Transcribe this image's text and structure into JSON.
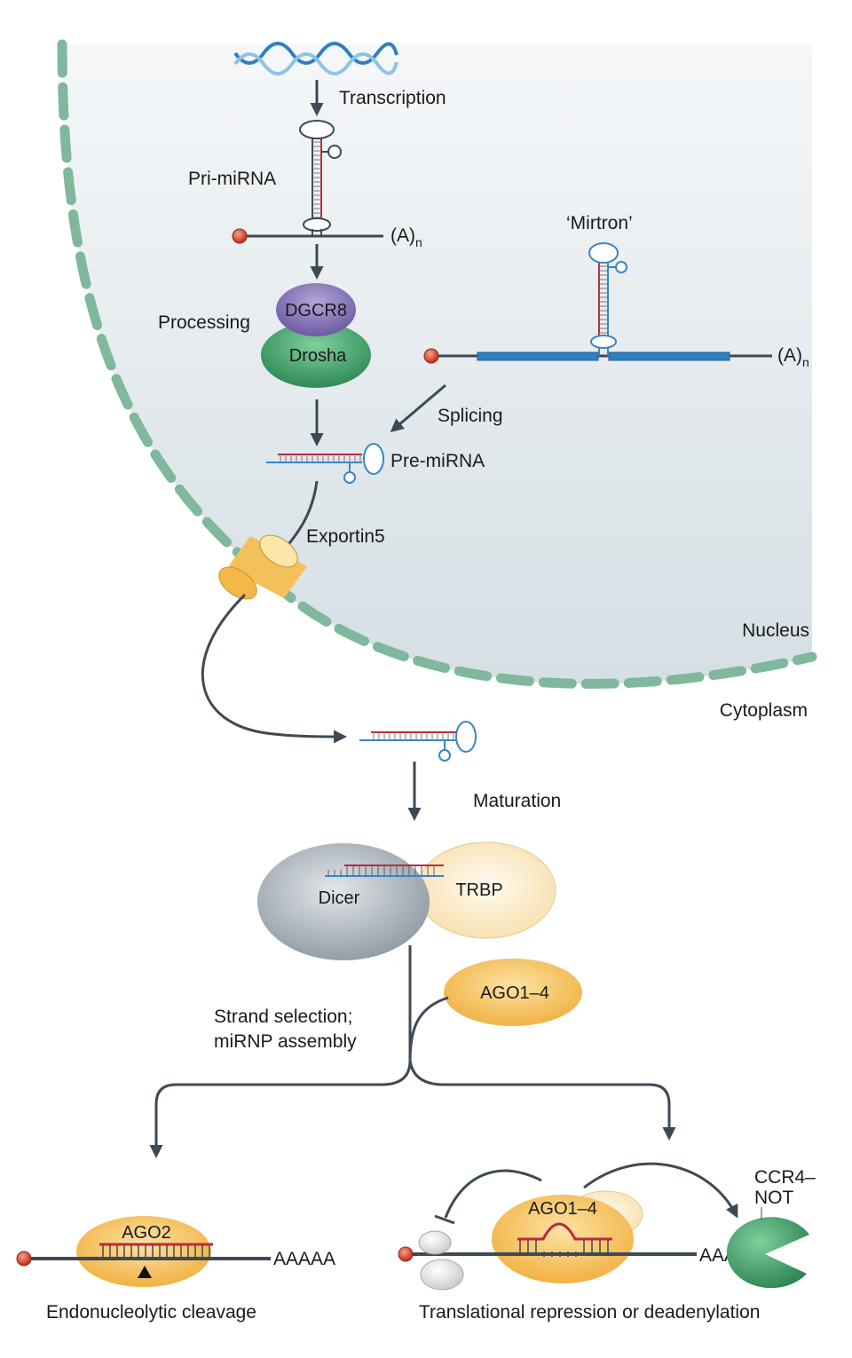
{
  "labels": {
    "transcription": "Transcription",
    "pri_mirna": "Pri-miRNA",
    "poly_a": "(A)",
    "poly_a_sub": "n",
    "mirtron": "‘Mirtron’",
    "processing": "Processing",
    "dgcr8": "DGCR8",
    "drosha": "Drosha",
    "splicing": "Splicing",
    "pre_mirna": "Pre-miRNA",
    "exportin5": "Exportin5",
    "nucleus": "Nucleus",
    "cytoplasm": "Cytoplasm",
    "maturation": "Maturation",
    "dicer": "Dicer",
    "trbp": "TRBP",
    "ago1_4": "AGO1–4",
    "strand_selection_line1": "Strand selection;",
    "strand_selection_line2": "miRNP assembly",
    "ago2": "AGO2",
    "aaaaa": "AAAAA",
    "endonucleolytic_cleavage": "Endonucleolytic cleavage",
    "ago1_4_bottom": "AGO1–4",
    "aaaa": "AAAA",
    "ccr4_line1": "CCR4–",
    "ccr4_line2": "NOT",
    "translational_repression": "Translational repression or deadenylation"
  },
  "colors": {
    "arrow": "#3d4a55",
    "membrane": "#7fb89c",
    "nucleus_fill_top": "#f3f6f8",
    "nucleus_fill_bottom": "#d8e1e6",
    "rna_red": "#c0283a",
    "rna_blue": "#3a86c4",
    "dgcr8": "#7e6bb0",
    "drosha": "#3c9a63",
    "exportin": "#f3c15a",
    "dicer": "#9aa3ab",
    "trbp": "#fbe6bf",
    "ago": "#f2b84b",
    "ccr4_not": "#3f9a64",
    "cap": "#d9452e"
  }
}
